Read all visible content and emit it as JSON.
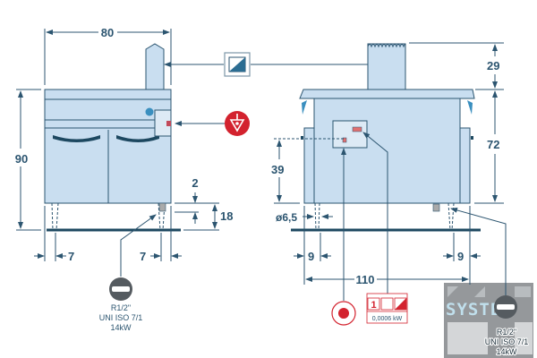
{
  "front_view": {
    "width_dim": "80",
    "height_dim": "90",
    "foot_gap_dim": "2",
    "foot_height_dim": "18",
    "leg_offset_left": "7",
    "leg_offset_right": "7",
    "gas_connection": {
      "icon": "gas-inlet-icon",
      "lines": [
        "R1/2\"",
        "UNI ISO 7/1",
        "14kW"
      ]
    }
  },
  "side_view": {
    "flue_height_dim": "29",
    "body_height_dim": "72",
    "connection_height_dim": "39",
    "leg_diameter_dim": "ø6,5",
    "leg_offset_left": "9",
    "leg_offset_right": "9",
    "depth_dim": "110",
    "electrical": {
      "phase": "1",
      "power": "0,0006 kW"
    },
    "gas_connection": {
      "lines": [
        "R1/2\"",
        "UNI ISO 7/1",
        "14kW"
      ]
    }
  },
  "symbols": {
    "flue": "flue-exhaust-icon",
    "gas_valve": "gas-valve-icon",
    "equipotential": "equipotential-icon"
  },
  "watermark": "SYSTEM",
  "colors": {
    "line": "#2c5570",
    "body": "#c9def0",
    "accent_red": "#d3222e",
    "gas_grey": "#555b60"
  }
}
